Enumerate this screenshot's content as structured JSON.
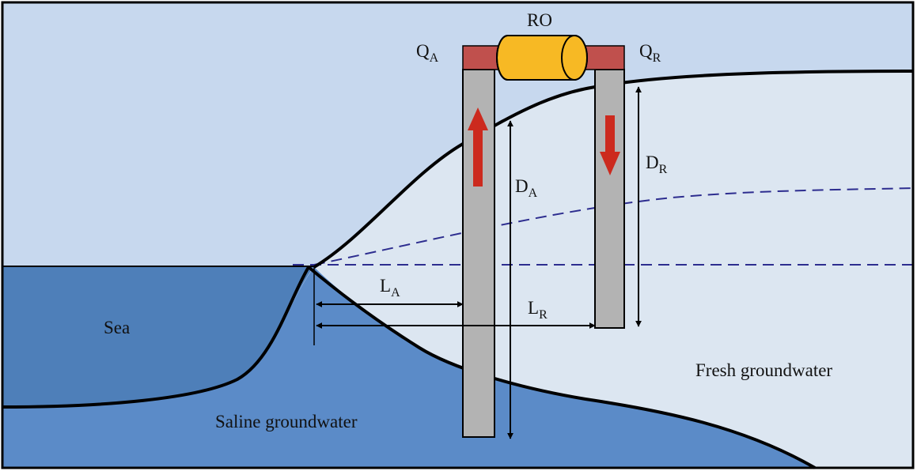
{
  "labels": {
    "ro": "RO",
    "q_a": "Q",
    "q_a_sub": "A",
    "q_r": "Q",
    "q_r_sub": "R",
    "d_a": "D",
    "d_a_sub": "A",
    "d_r": "D",
    "d_r_sub": "R",
    "l_a": "L",
    "l_a_sub": "A",
    "l_r": "L",
    "l_r_sub": "R",
    "sea": "Sea",
    "saline": "Saline groundwater",
    "fresh": "Fresh groundwater"
  },
  "colors": {
    "sky": "#c7d8ee",
    "fresh_groundwater": "#dce6f1",
    "sea": "#4e7fb9",
    "saline_groundwater": "#5b8bc8",
    "well_casing": "#b3b3b3",
    "well_header": "#c0504d",
    "ro_unit": "#f7b924",
    "flow_arrow": "#cc2a1e",
    "dashed_line": "#2d2d8f",
    "outline": "#000000"
  }
}
